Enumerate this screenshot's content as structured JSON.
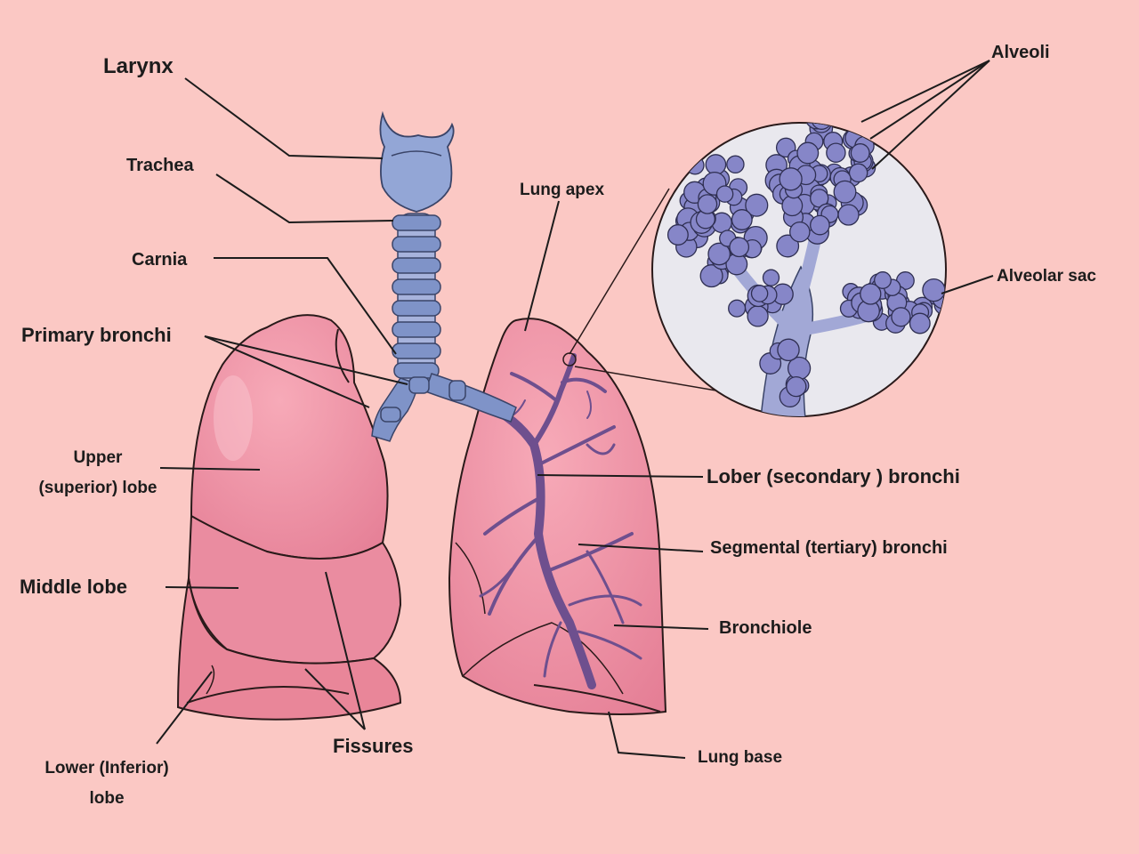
{
  "labels": {
    "larynx": "Larynx",
    "trachea": "Trachea",
    "carnia": "Carnia",
    "primary_bronchi": "Primary bronchi",
    "upper_lobe_line1": "Upper",
    "upper_lobe_line2": "(superior) lobe",
    "middle_lobe": "Middle lobe",
    "lower_lobe_line1": "Lower (Inferior)",
    "lower_lobe_line2": "lobe",
    "fissures": "Fissures",
    "lung_apex": "Lung apex",
    "alveoli": "Alveoli",
    "alveolar_sac": "Alveolar sac",
    "lobar_bronchi": "Lober (secondary ) bronchi",
    "segmental_bronchi": "Segmental (tertiary) bronchi",
    "bronchiole": "Bronchiole",
    "lung_base": "Lung base"
  },
  "colors": {
    "background": "#fbc8c4",
    "lung": "#ef93a6",
    "airway": "#7f93c8",
    "alveoli": "#8686c8",
    "bronchial_tree": "#6e4f8e"
  }
}
